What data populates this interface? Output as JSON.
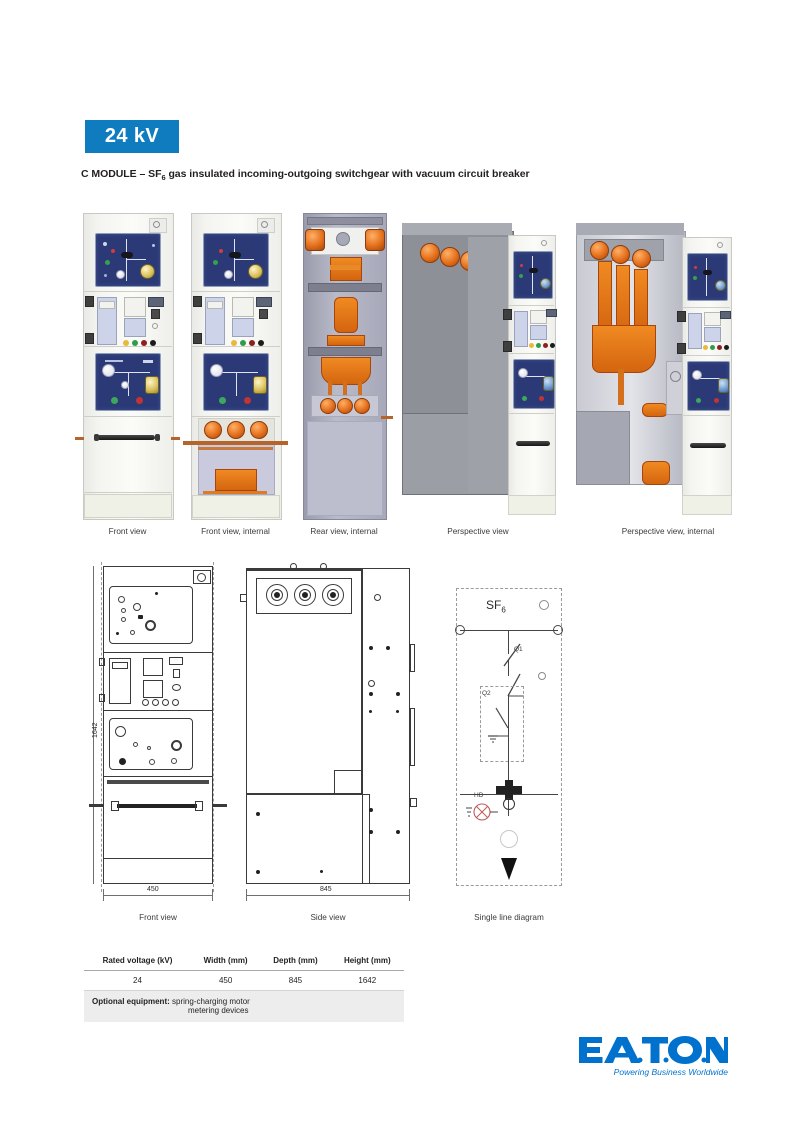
{
  "header": {
    "voltage_badge": "24 kV",
    "badge_color": "#0f7cc0",
    "title_prefix": "C MODULE – SF",
    "title_sub": "6",
    "title_suffix": " gas insulated incoming-outgoing switchgear with vacuum circuit breaker"
  },
  "photos": [
    {
      "caption": "Front view"
    },
    {
      "caption": "Front view, internal"
    },
    {
      "caption": "Rear view, internal"
    },
    {
      "caption": "Perspective view"
    },
    {
      "caption": "Perspective view, internal"
    }
  ],
  "drawings": {
    "front": {
      "caption": "Front view",
      "width_dim": "450",
      "height_dim": "1642"
    },
    "side": {
      "caption": "Side view",
      "depth_dim": "845"
    },
    "sld": {
      "caption": "Single line diagram",
      "gas_label": "SF",
      "gas_sub": "6",
      "switch_q1": "Q1",
      "switch_q2": "Q2",
      "indicator": "HD"
    }
  },
  "spec_table": {
    "headers": [
      "Rated voltage (kV)",
      "Width (mm)",
      "Depth (mm)",
      "Height (mm)"
    ],
    "values": [
      "24",
      "450",
      "845",
      "1642"
    ],
    "optional_label": "Optional equipment:",
    "optional_items": [
      "spring-charging motor",
      "metering devices"
    ]
  },
  "logo": {
    "word": "E·A·T·N",
    "tagline": "Powering Business Worldwide",
    "color": "#0072ce"
  }
}
